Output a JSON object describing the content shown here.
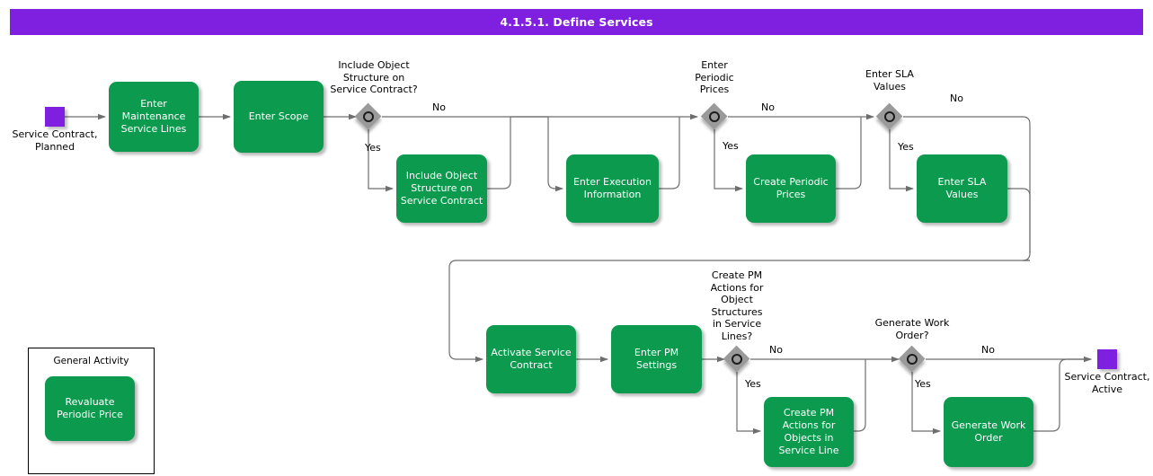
{
  "header": {
    "title": "4.1.5.1. Define Services",
    "bar_color": "#7F1FE0",
    "text_color": "#FFFFFF"
  },
  "theme": {
    "activity_fill": "#0C9A4E",
    "activity_text": "#FFFFFF",
    "event_fill": "#7F1FE0",
    "gateway_fill": "#9A9A9A",
    "gateway_ring": "#1C1C1C",
    "connector": "#6E6E6E",
    "background": "#FFFFFF"
  },
  "diagram": {
    "type": "bpmn-flowchart",
    "start_event": {
      "name": "start-event",
      "label": "Service Contract,\nPlanned"
    },
    "end_event": {
      "name": "end-event",
      "label": "Service Contract,\nActive"
    },
    "activities": [
      {
        "id": "enter-maintenance-service-lines",
        "label": "Enter\nMaintenance\nService Lines"
      },
      {
        "id": "enter-scope",
        "label": "Enter Scope"
      },
      {
        "id": "include-object-structure-on-service-contract",
        "label": "Include Object\nStructure on\nService Contract"
      },
      {
        "id": "enter-execution-information",
        "label": "Enter Execution\nInformation"
      },
      {
        "id": "create-periodic-prices",
        "label": "Create Periodic\nPrices"
      },
      {
        "id": "enter-sla-values",
        "label": "Enter SLA\nValues"
      },
      {
        "id": "activate-service-contract",
        "label": "Activate Service\nContract"
      },
      {
        "id": "enter-pm-settings",
        "label": "Enter PM\nSettings"
      },
      {
        "id": "create-pm-actions-for-objects-in-service-line",
        "label": "Create PM\nActions for\nObjects in\nService Line"
      },
      {
        "id": "generate-work-order",
        "label": "Generate Work\nOrder"
      }
    ],
    "gateways": [
      {
        "id": "gw-include-object-structure",
        "label": "Include Object\nStructure on\nService Contract?",
        "yes": "Yes",
        "no": "No"
      },
      {
        "id": "gw-enter-periodic-prices",
        "label": "Enter\nPeriodic\nPrices",
        "yes": "Yes",
        "no": "No"
      },
      {
        "id": "gw-enter-sla-values",
        "label": "Enter SLA\nValues",
        "yes": "Yes",
        "no": "No"
      },
      {
        "id": "gw-create-pm-actions",
        "label": "Create PM\nActions for\nObject\nStructures\nin Service\nLines?",
        "yes": "Yes",
        "no": "No"
      },
      {
        "id": "gw-generate-work-order",
        "label": "Generate Work\nOrder?",
        "yes": "Yes",
        "no": "No"
      }
    ],
    "edge_labels": {
      "no1": "No",
      "yes1": "Yes",
      "no2": "No",
      "yes2": "Yes",
      "no3": "No",
      "yes3": "Yes",
      "no4": "No",
      "yes4": "Yes",
      "no5": "No",
      "yes5": "Yes"
    }
  },
  "legend": {
    "title": "General Activity",
    "sample_label": "Revaluate\nPeriodic Price"
  }
}
